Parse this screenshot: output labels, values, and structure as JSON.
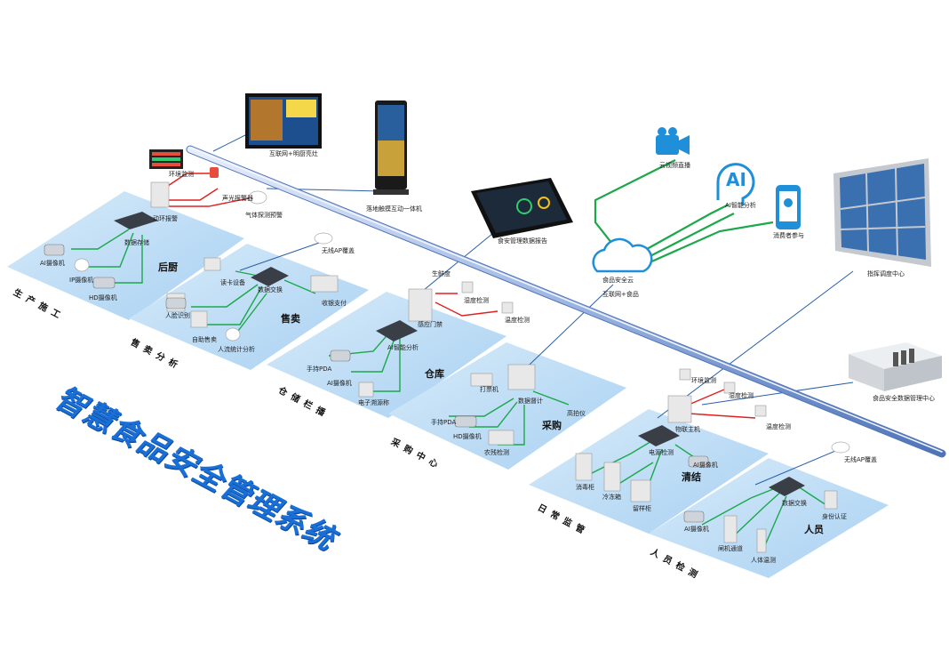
{
  "title": "智慧食品安全管理系统",
  "zones": [
    {
      "id": "kitchen",
      "name": "后厨",
      "diag": "生产施工",
      "devices": [
        "环境监测",
        "声光报警器",
        "气体探测预警",
        "动环报警",
        "数据存储",
        "AI摄像机",
        "IP摄像机",
        "HD摄像机"
      ]
    },
    {
      "id": "sales",
      "name": "售卖",
      "diag": "售卖分析",
      "devices": [
        "读卡设备",
        "数据交换",
        "收银支付",
        "人脸识别",
        "自助售卖",
        "人流统计分析"
      ]
    },
    {
      "id": "warehouse",
      "name": "仓库",
      "diag": "仓储栏播",
      "devices": [
        "生鲜度",
        "感应门禁",
        "湿度检测",
        "温度检测",
        "AI智能分析",
        "手持PDA",
        "AI摄像机",
        "电子溯源称"
      ]
    },
    {
      "id": "purchase",
      "name": "采购",
      "diag": "采购中心",
      "devices": [
        "打票机",
        "数据督计",
        "高拍仪",
        "手持PDA",
        "HD摄像机",
        "农残检测"
      ]
    },
    {
      "id": "cleaning",
      "name": "清结",
      "diag": "日常监管",
      "devices": [
        "环境监测",
        "湿度检测",
        "温度检测",
        "物联主机",
        "电源检测",
        "AI摄像机",
        "消毒柜",
        "冷冻箱",
        "留样柜"
      ]
    },
    {
      "id": "personnel",
      "name": "人员",
      "diag": "人员检测",
      "devices": [
        "无线AP覆盖",
        "数据交换",
        "身份认证",
        "AI摄像机",
        "闸机通道",
        "人体温测"
      ]
    }
  ],
  "top_devices": {
    "screen": "互联网+明厨亮灶",
    "kiosk": "落地触摸互动一体机",
    "tablet": "食安管理数据报告",
    "ap": "无线AP覆盖",
    "cloud_video": "云视频直播",
    "ai": "AI智能分析",
    "consumer": "消费者参与",
    "cloud": "食品安全云",
    "cloud_sub": "互联网+食品",
    "wall": "指挥调度中心",
    "datacenter": "食品安全数据管理中心"
  },
  "icons": {
    "ai_text": "AI"
  },
  "colors": {
    "zone": "#bcdcf5",
    "zone_edge": "#d8ecfb",
    "title": "#1a6fd6",
    "green": "#1aa84a",
    "red": "#e02020",
    "blue_line": "#2a5fa8",
    "pipe": "#8fb0dd"
  }
}
